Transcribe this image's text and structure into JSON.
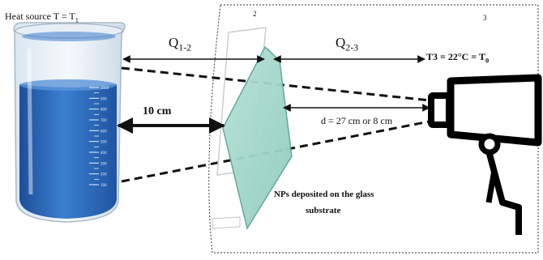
{
  "heat_source": {
    "label": "Heat source  T = T",
    "subscript": "1"
  },
  "flux_1_2": {
    "label": "Q",
    "subscript": "1-2"
  },
  "flux_2_3": {
    "label": "Q",
    "subscript": "2-3"
  },
  "region_2": "2",
  "region_3": "3",
  "camera_temp": {
    "label": "T3 = 22°C = T",
    "subscript": "0"
  },
  "distance_source": "10 cm",
  "distance_camera": "d = 27 cm or 8 cm",
  "glass_caption_line1": "NPs deposited on the glass",
  "glass_caption_line2": "substrate",
  "beaker_scale": [
    "1000",
    "900",
    "800",
    "700",
    "600",
    "500",
    "400",
    "300",
    "200",
    "100"
  ],
  "colors": {
    "water": "#2f6fc0",
    "glass": "#9fd3c5",
    "ink": "#111111"
  }
}
